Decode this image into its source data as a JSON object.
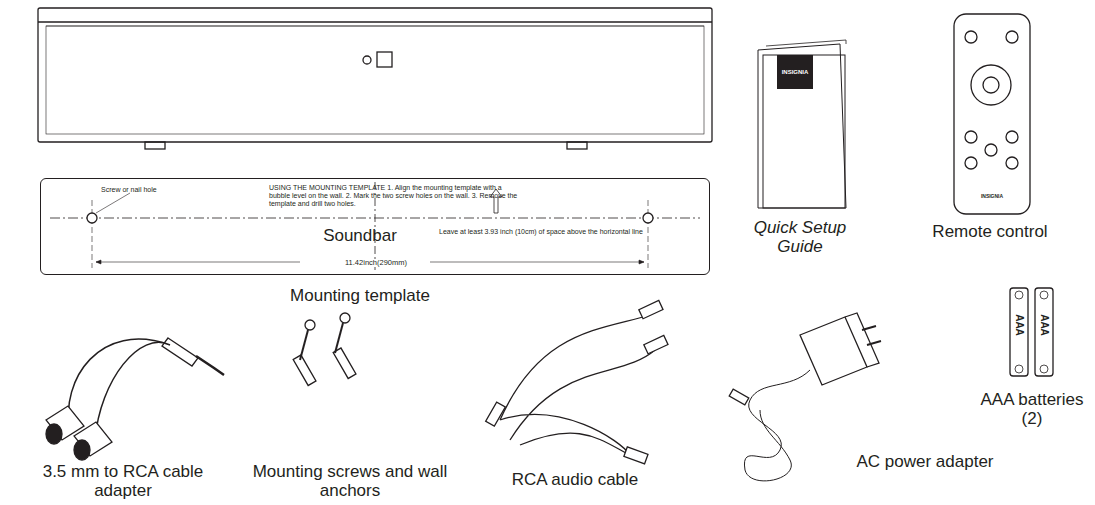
{
  "diagram": {
    "nodes": [
      {
        "text": [
          "Screw or nail hole",
          "USING THE MOUNTING TEMPLATE 1. Align the mounting template with a bubble level on the wall. 2. Mark the two screw holes on the wall. 3. Remove the template and drill two holes.",
          "Leave at least 3.93 inch (10cm) of space above the horizontal line",
          "11.42inch(290mm)"
        ]
      }
    ],
    "labels": [
      "Soundbar",
      "Mounting template",
      "Quick Setup Guide",
      "Remote control",
      "AAA batteries (2)",
      "3.5 mm to RCA cable adapter",
      "Mounting screws and wall anchors",
      "RCA audio cable",
      "AC power adapter",
      "INSIGNIA",
      "INSIGNIA",
      "AAA",
      "AAA"
    ]
  }
}
